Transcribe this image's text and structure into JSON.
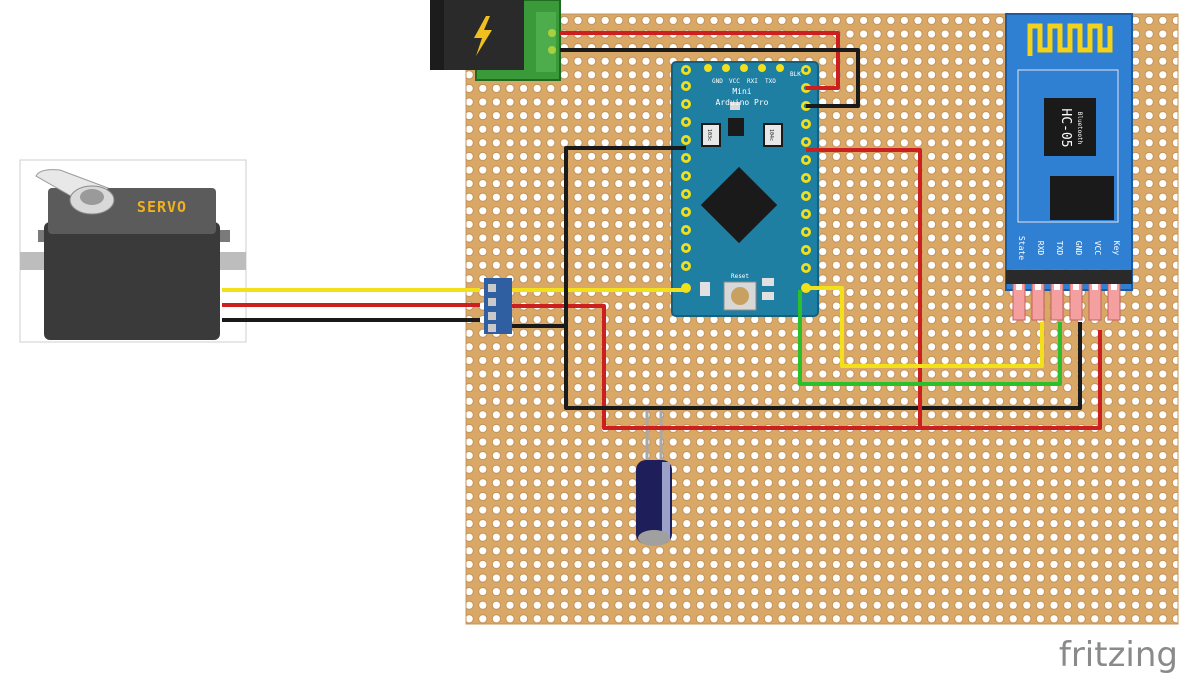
{
  "servo": {
    "label": "SERVO"
  },
  "arduino": {
    "title_line1": "Mini",
    "title_line2": "Arduino Pro",
    "top_pins": [
      "GND",
      "VCC",
      "RXI",
      "TXO"
    ],
    "right_pin_top": "BLK",
    "chip_label_a": "103c",
    "chip_label_b": "104c",
    "reset_label": "Reset"
  },
  "bluetooth": {
    "model": "HC-05",
    "subtitle": "Bluetooth",
    "pins": [
      "State",
      "RXD",
      "TXD",
      "GND",
      "VCC",
      "Key"
    ]
  },
  "watermark": "fritzing",
  "colors": {
    "board": "#d9a766",
    "board_hole": "#ffffff",
    "wire_red": "#cc1f1f",
    "wire_black": "#1a1a1a",
    "wire_yellow": "#f2e01b",
    "wire_green": "#2bbf2b",
    "arduino_blue": "#1f7fa3",
    "hc05_blue": "#2f7fd3",
    "watermark_gray": "#8a8a8a"
  }
}
